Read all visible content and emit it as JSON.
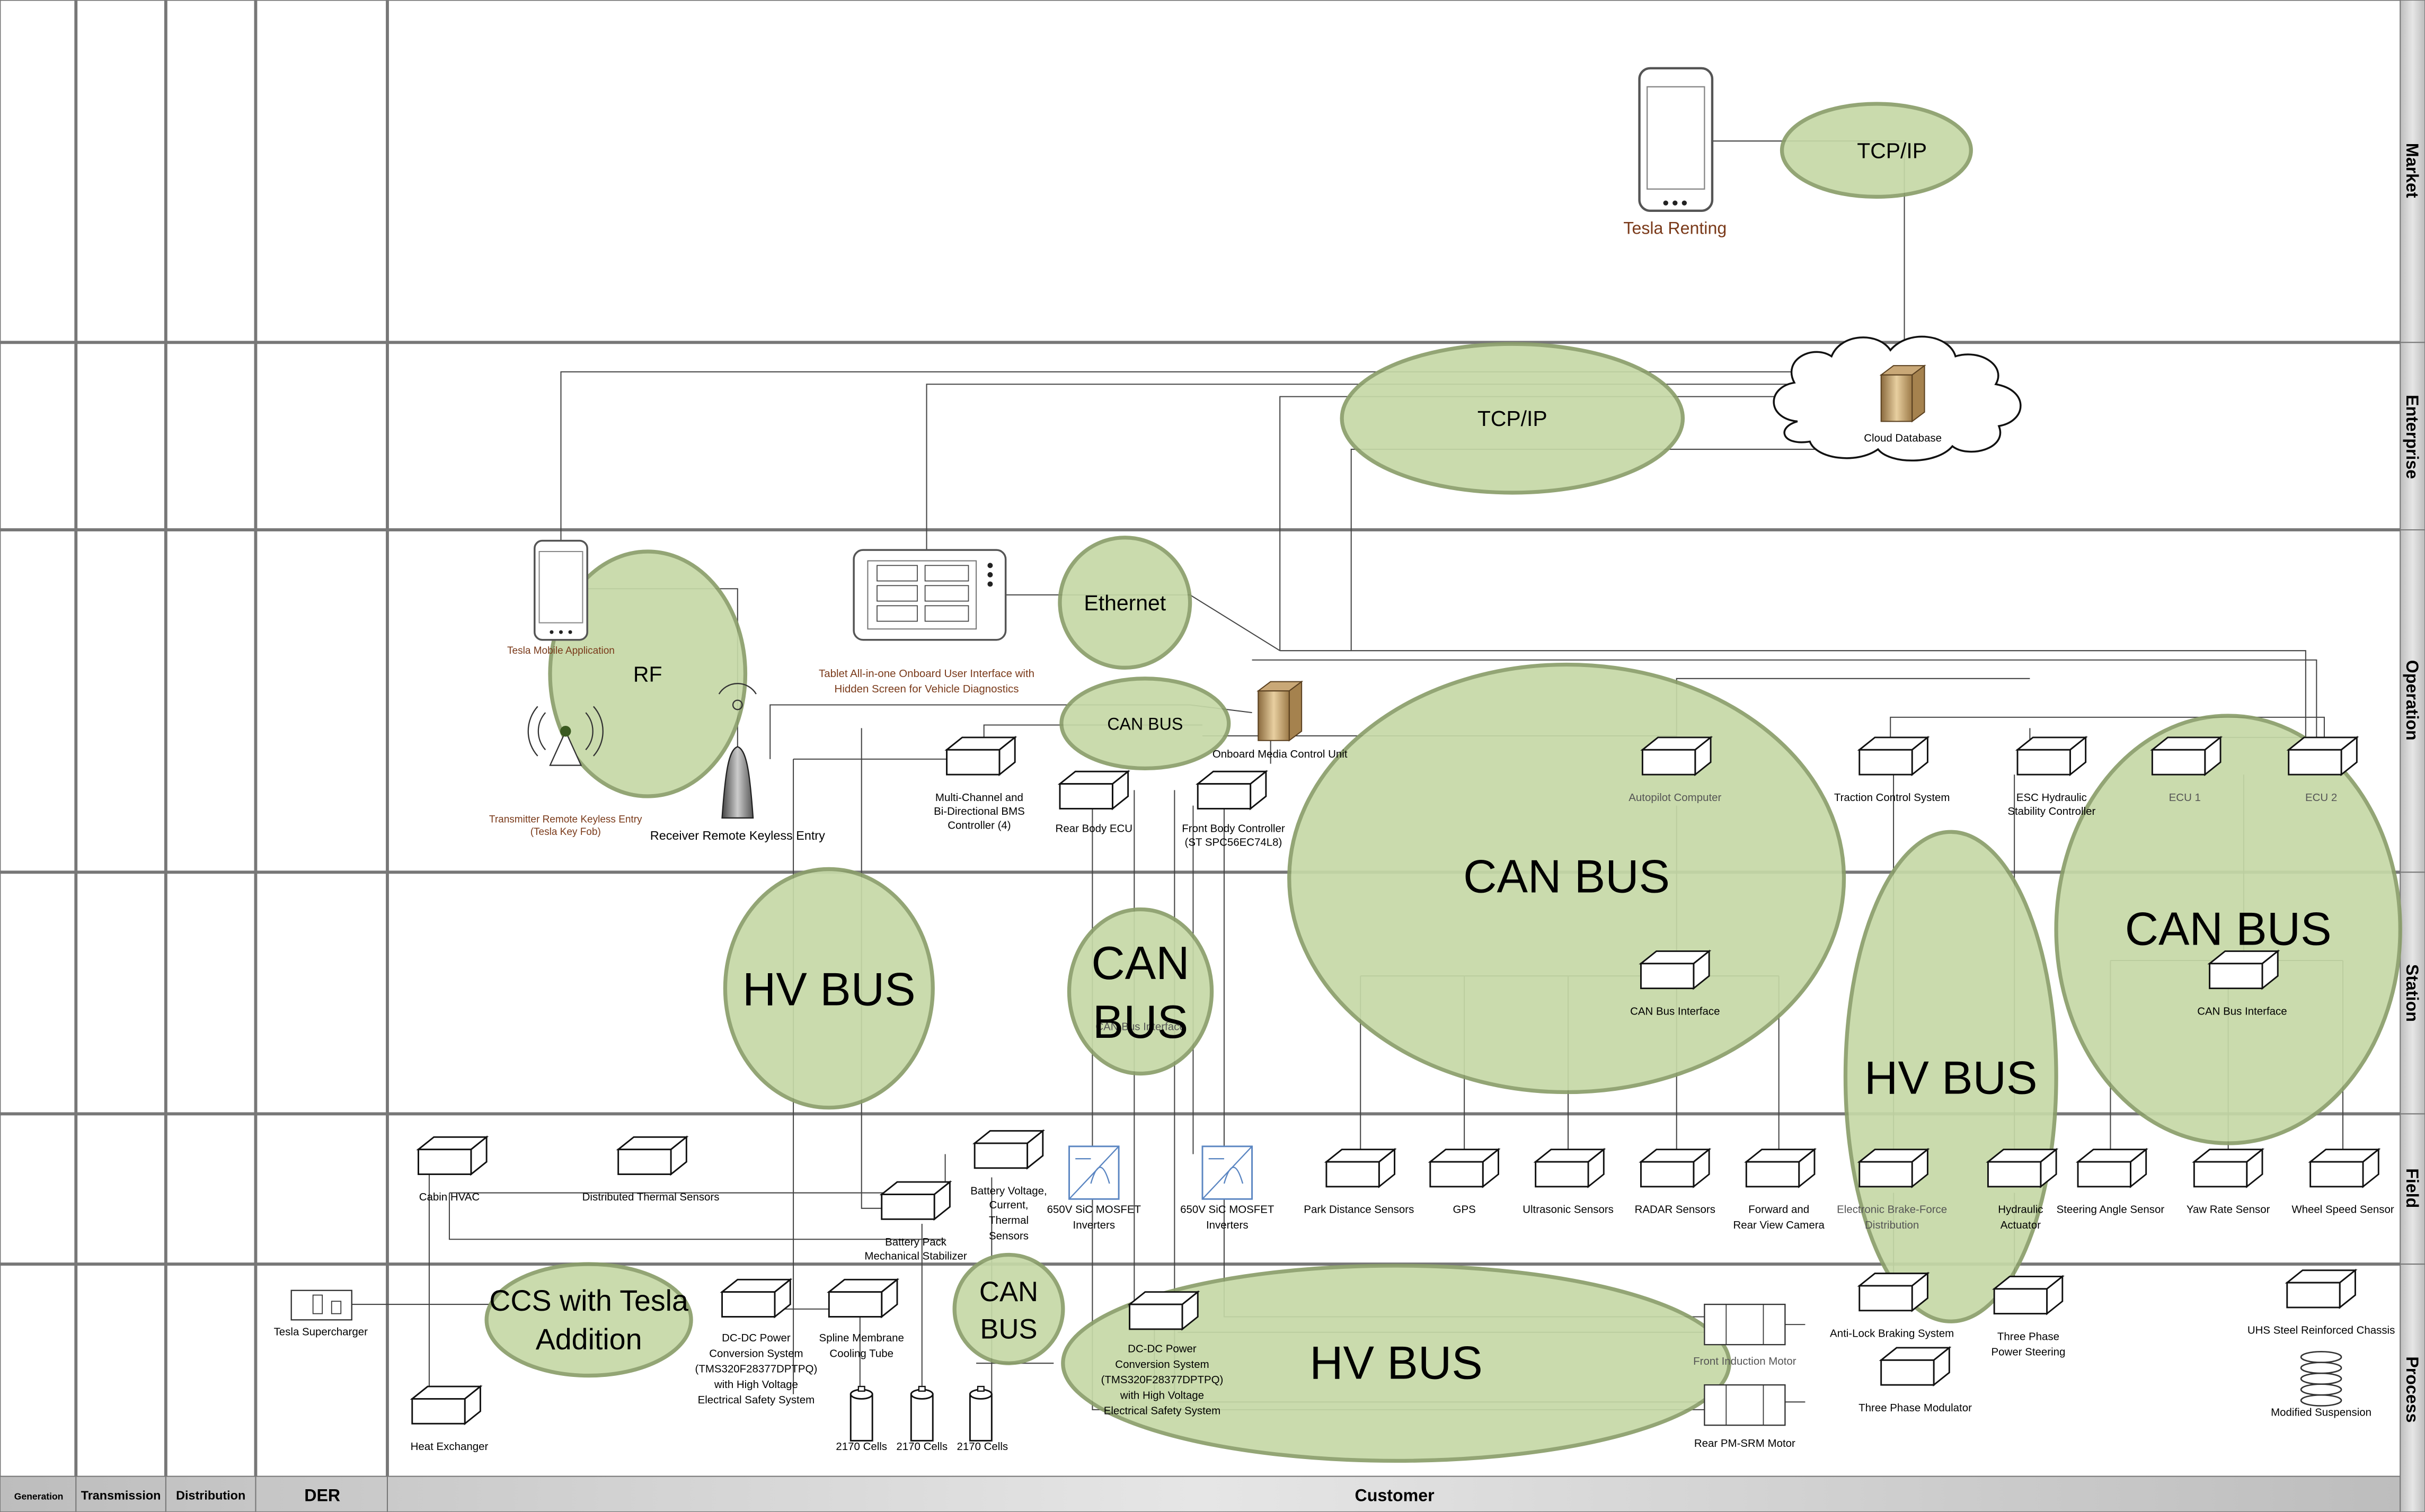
{
  "lanes": {
    "market": "Market",
    "enterprise": "Enterprise",
    "operation": "Operation",
    "station": "Station",
    "field": "Field",
    "process": "Process"
  },
  "columns": {
    "generation": "Generation",
    "transmission": "Transmission",
    "distribution": "Distribution",
    "der": "DER",
    "customer": "Customer"
  },
  "zones": {
    "tcp_market": "TCP/IP",
    "tcp_enterprise": "TCP/IP",
    "ethernet": "Ethernet",
    "can_small": "CAN BUS",
    "rf": "RF",
    "can_big": "CAN BUS",
    "can_right": "CAN BUS",
    "can_mid": "CAN BUS",
    "hv_left": "HV BUS",
    "hv_right": "HV BUS",
    "hv_bottom": "HV BUS",
    "ccs": "CCS with Tesla Addition",
    "can_lower": "CAN BUS"
  },
  "devices": {
    "tesla_renting": "Tesla Renting",
    "cloud_database": "Cloud Database",
    "tesla_mobile_app": "Tesla Mobile Application",
    "tablet": "Tablet All-in-one Onboard User Interface with Hidden Screen for Vehicle Diagnostics",
    "onboard_media": "Onboard Media Control Unit",
    "transmitter_keyless": "Transmitter Remote Keyless Entry (Tesla Key Fob)",
    "receiver_keyless": "Receiver Remote Keyless Entry",
    "bms_controller": "Multi-Channel and Bi-Directional BMS Controller (4)",
    "rear_body_ecu": "Rear Body ECU",
    "front_body_controller": "Front Body Controller (ST SPC56EC74L8)",
    "autopilot_computer": "Autopilot Computer",
    "traction_control": "Traction Control System",
    "esc_hydraulic": "ESC Hydraulic Stability Controller",
    "ecu1": "ECU 1",
    "ecu2": "ECU 2",
    "can_interface_mid": "CAN Bus Interface",
    "can_interface_big": "CAN Bus Interface",
    "can_interface_right": "CAN Bus Interface",
    "cabin_hvac": "Cabin HVAC",
    "thermal_sensors": "Distributed Thermal Sensors",
    "battery_sensors": "Battery Voltage, Current, Thermal Sensors",
    "battery_pack": "Battery Pack Mechanical Stabilizer",
    "inverters1": "650V SiC MOSFET Inverters",
    "inverters2": "650V SiC MOSFET Inverters",
    "park_sensors": "Park Distance Sensors",
    "gps": "GPS",
    "ultrasonic": "Ultrasonic Sensors",
    "radar": "RADAR Sensors",
    "camera": "Forward and Rear View Camera",
    "ebd": "Electronic Brake-Force Distribution",
    "hydraulic_actuator": "Hydraulic Actuator",
    "steering_angle": "Steering Angle Sensor",
    "yaw_rate": "Yaw Rate Sensor",
    "wheel_speed": "Wheel Speed Sensor",
    "supercharger": "Tesla Supercharger",
    "dcdc1": "DC-DC Power Conversion System (TMS320F28377DPTPQ) with High Voltage Electrical Safety System",
    "dcdc2": "DC-DC Power Conversion System (TMS320F28377DPTPQ) with High Voltage Electrical Safety System",
    "spline_tube": "Spline Membrane Cooling Tube",
    "heat_exchanger": "Heat Exchanger",
    "cells1": "2170 Cells",
    "cells2": "2170 Cells",
    "cells3": "2170 Cells",
    "front_motor": "Front Induction Motor",
    "rear_motor": "Rear PM-SRM Motor",
    "abs": "Anti-Lock Braking System",
    "three_phase_steering": "Three Phase Power Steering",
    "three_phase_modulator": "Three Phase Modulator",
    "chassis": "UHS Steel Reinforced Chassis",
    "suspension": "Modified Suspension"
  },
  "colors": {
    "zone_fill": "#c6d9a7",
    "zone_stroke": "#8a9e6a",
    "lane_bar": "#d9d9d9",
    "label_brown": "#7a3a1a"
  }
}
